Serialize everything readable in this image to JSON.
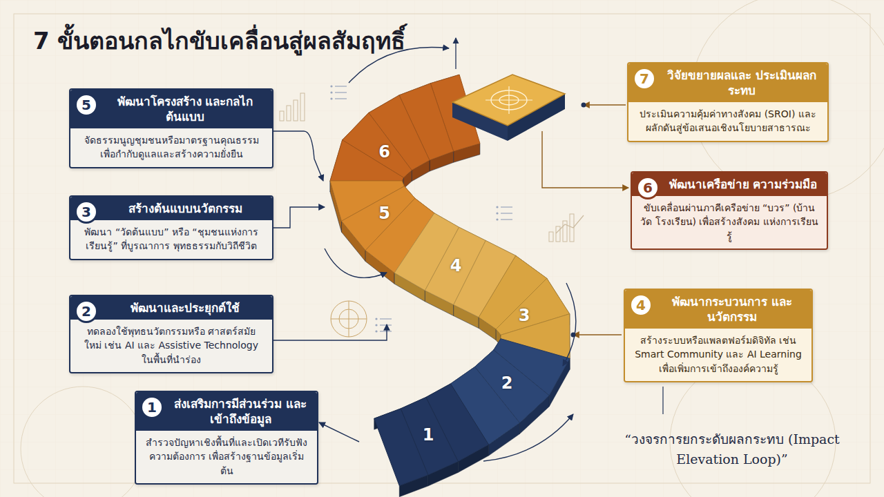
{
  "diagram": {
    "title": "7 ขั้นตอนกลไกขับเคลื่อนสู่ผลสัมฤทธิ์",
    "caption": "“วงจรการยกระดับผลกระทบ (Impact Elevation Loop)”",
    "nodes": [
      {
        "text": [
          "ส่งเสริมการมีส่วนร่วม และเข้าถึงข้อมูล",
          "สำรวจปัญหาเชิงพื้นที่และเปิดเวทีรับฟัง ความต้องการ เพื่อสร้างฐานข้อมูลเริ่มต้น"
        ]
      },
      {
        "text": [
          "1"
        ],
        "in": 0
      },
      {
        "text": [
          "พัฒนาและประยุกต์ใช้",
          "ทดลองใช้พุทธนวัตกรรมหรือ ศาสตร์สมัยใหม่ เช่น AI และ Assistive Technology ในพื้นที่นำร่อง"
        ]
      },
      {
        "text": [
          "2"
        ],
        "in": 2
      },
      {
        "text": [
          "สร้างต้นแบบนวัตกรรม",
          "พัฒนา “วัดต้นแบบ” หรือ “ชุมชนแห่งการเรียนรู้” ที่บูรณาการ พุทธธรรมกับวิถีชีวิต"
        ]
      },
      {
        "text": [
          "3"
        ],
        "in": 4
      },
      {
        "text": [
          "พัฒนากระบวนการ และนวัตกรรม",
          "สร้างระบบหรือแพลตฟอร์มดิจิทัล เช่น Smart Community และ AI Learning เพื่อเพิ่มการเข้าถึงองค์ความรู้"
        ]
      },
      {
        "text": [
          "4"
        ],
        "in": 6
      },
      {
        "text": [
          "พัฒนาโครงสร้าง และกลไกต้นแบบ",
          "จัดธรรมนูญชุมชนหรือมาตรฐานคุณธรรม เพื่อกำกับดูแลและสร้างความยั่งยืน"
        ]
      },
      {
        "text": [
          "5"
        ],
        "in": 8
      },
      {
        "text": [
          "พัฒนาเครือข่าย ความร่วมมือ",
          "ขับเคลื่อนผ่านภาคีเครือข่าย “บวร” (บ้าน วัด โรงเรียน) เพื่อสร้างสังคม แห่งการเรียนรู้"
        ]
      },
      {
        "text": [
          "6"
        ],
        "in": 10
      },
      {
        "text": [
          "วิจัยขยายผลและ ประเมินผลกระทบ",
          "ประเมินความคุ้มค่าทางสังคม (SROI) และผลักดันสู่ข้อเสนอเชิงนโยบายสาธารณะ"
        ]
      },
      {
        "text": [
          "7"
        ],
        "in": 12
      }
    ],
    "labels": [
      "1",
      "2",
      "3",
      "4",
      "5",
      "6"
    ]
  }
}
